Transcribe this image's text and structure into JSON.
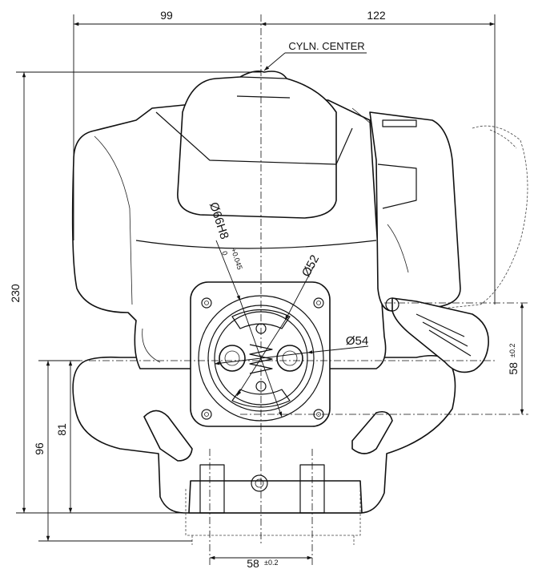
{
  "drawing": {
    "dims": {
      "width_left": "99",
      "width_right": "122",
      "height_total": "230",
      "height_96": "96",
      "height_81": "81",
      "mount_vertical": "58",
      "mount_vertical_tol": "±0.2",
      "mount_horizontal": "58",
      "mount_horizontal_tol": "±0.2",
      "diam_52": "Ø52",
      "diam_54": "Ø54",
      "bore": "Ø66H8",
      "bore_tol_upper": "+0.045",
      "bore_tol_lower": "0"
    },
    "cylinder_center_label": "CYLN. CENTER"
  }
}
